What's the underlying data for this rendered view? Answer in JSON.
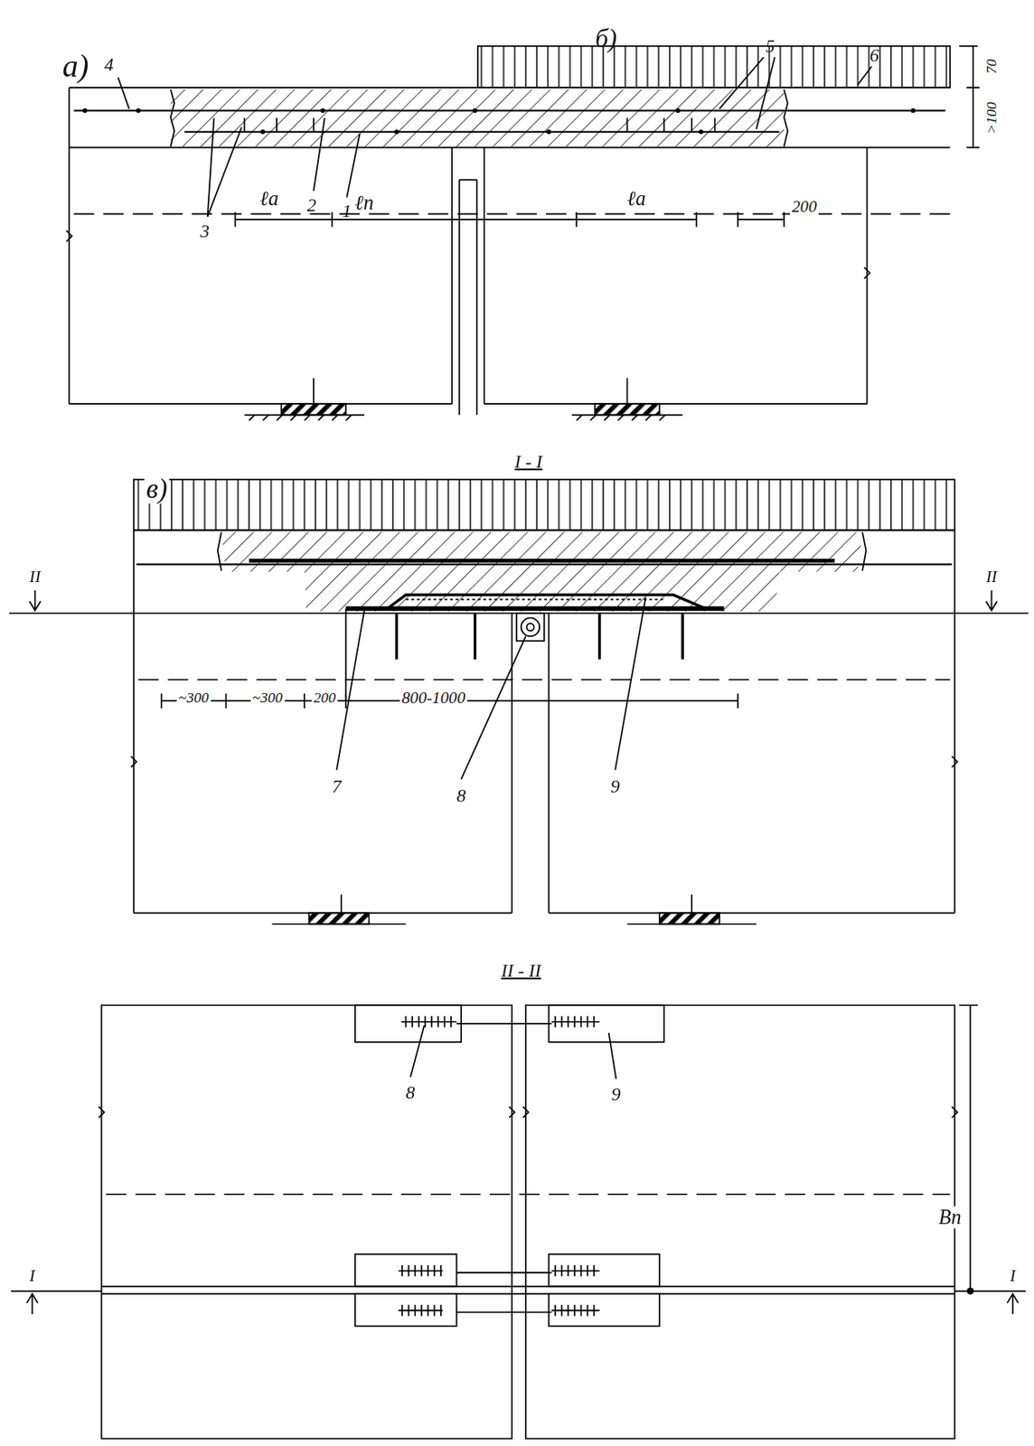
{
  "diagram": {
    "labels": [
      "а)",
      "б)",
      "4",
      "3",
      "2",
      "1",
      "5",
      "6",
      "70",
      ">100",
      "ℓa",
      "ℓп",
      "ℓa",
      "200",
      "в)",
      "I - I",
      "II",
      "II",
      "~300",
      "~300",
      "200",
      "800-1000",
      "7",
      "8",
      "9",
      "II - II",
      "8",
      "9",
      "Вп",
      "I",
      "I"
    ]
  }
}
